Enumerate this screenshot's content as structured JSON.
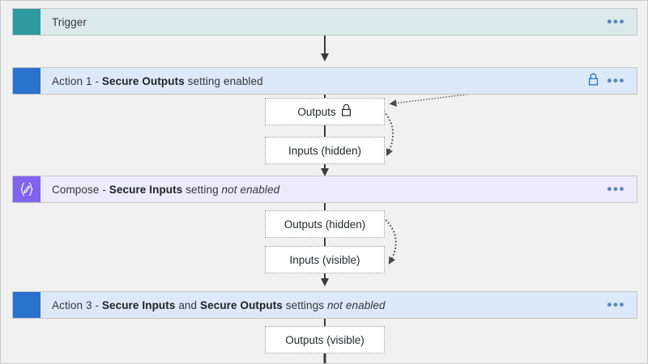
{
  "diagram": {
    "title": "Logic App workflow secure inputs and outputs",
    "background_color": "#f1f1f1",
    "nodes": [
      {
        "id": "trigger",
        "accent_color": "#2c9a9e",
        "body_color": "#daeaea",
        "icon": "teal-square-icon",
        "label_plain": "Trigger",
        "label_html": "Trigger",
        "has_lock": false,
        "menu": "•••"
      },
      {
        "id": "action1",
        "accent_color": "#2a72ce",
        "body_color": "#dbe9f8",
        "icon": "blue-square-icon",
        "label_plain": "Action 1 - Secure Outputs setting enabled",
        "label_html": "Action 1 - <b>Secure Outputs</b> setting enabled",
        "has_lock": true,
        "menu": "•••"
      },
      {
        "id": "compose",
        "accent_color": "#8063f0",
        "body_color": "#eeeafd",
        "icon": "compose-braces-pencil-icon",
        "label_plain": "Compose -  Secure Inputs setting not enabled",
        "label_html": "Compose -  <b>Secure Inputs</b> setting <i>not enabled</i>",
        "has_lock": false,
        "menu": "•••"
      },
      {
        "id": "action3",
        "accent_color": "#2a72ce",
        "body_color": "#dbe9f8",
        "icon": "blue-square-icon",
        "label_plain": "Action 3 -  Secure Inputs and Secure Outputs settings not enabled",
        "label_html": "Action 3 -  <b>Secure Inputs</b> and <b>Secure Outputs</b> settings <i>not enabled</i>",
        "has_lock": false,
        "menu": "•••"
      }
    ],
    "detail_boxes": [
      {
        "id": "outputs-1",
        "label": "Outputs",
        "has_lock": true,
        "parent": "action1"
      },
      {
        "id": "inputs-1",
        "label": "Inputs (hidden)",
        "has_lock": false,
        "parent": "action1"
      },
      {
        "id": "outputs-2",
        "label": "Outputs (hidden)",
        "has_lock": false,
        "parent": "compose"
      },
      {
        "id": "inputs-2",
        "label": "Inputs (visible)",
        "has_lock": false,
        "parent": "compose"
      },
      {
        "id": "outputs-3",
        "label": "Outputs (visible)",
        "has_lock": false,
        "parent": "action3"
      }
    ],
    "colors": {
      "lock_blue": "#2a72ce",
      "lock_dark": "#2b2b2b",
      "connector": "#3b3b3b",
      "dotted_connector": "#555555",
      "menu_dots": "#5b83c4",
      "box_border": "#9b9b9b",
      "bar_border": "#c6c6c6"
    }
  }
}
